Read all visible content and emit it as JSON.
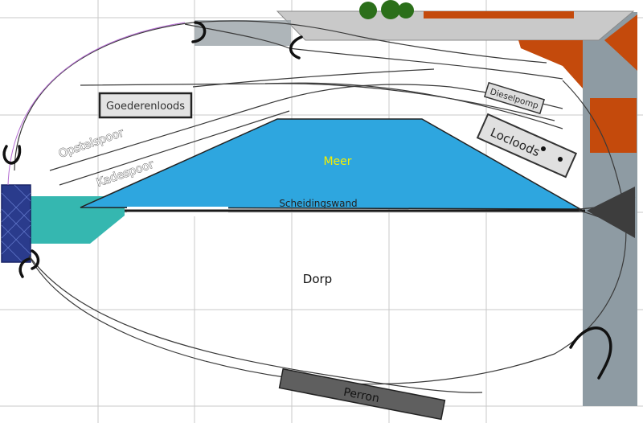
{
  "labels": {
    "goederenloods": "Goederenloods",
    "opstelspoor": "Opstelspoor",
    "kadespoor": "Kadespoor",
    "meer": "Meer",
    "scheidingswand": "Scheidingswand",
    "dieselpomp": "Dieselpomp",
    "locloods": "Locloods",
    "dorp": "Dorp",
    "perron": "Perron"
  },
  "colors": {
    "water": "#2ea6df",
    "water_inlet": "#35b7b0",
    "road": "#8e9ba3",
    "roof": "#c44a0c",
    "platform_grey": "#c9c9c9",
    "tree": "#2b6f1a",
    "grid": "#c8c8c8",
    "track": "#3a3a3a",
    "meer_text": "#f6f000",
    "tunnel": "#2a3b8c"
  },
  "icons": {
    "tree": "tree-icon",
    "tunnel": "tunnel-portal-icon"
  }
}
